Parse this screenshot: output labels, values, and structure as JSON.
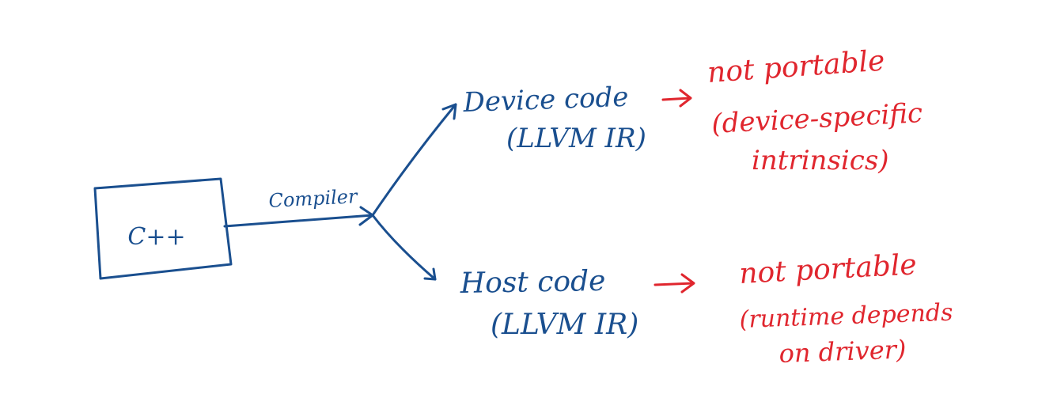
{
  "colors": {
    "blue_ink": "#1a4f8f",
    "red_ink": "#e0262e",
    "background": "#ffffff"
  },
  "source": {
    "label": "C++"
  },
  "edge": {
    "label": "Compiler"
  },
  "device": {
    "line1": "Device code",
    "line2": "(LLVM IR)"
  },
  "host": {
    "line1": "Host code",
    "line2": "(LLVM IR)"
  },
  "device_note": {
    "line1": "not portable",
    "line2": "(device-specific",
    "line3": "intrinsics)"
  },
  "host_note": {
    "line1": "not portable",
    "line2": "(runtime depends",
    "line3": "on driver)"
  }
}
